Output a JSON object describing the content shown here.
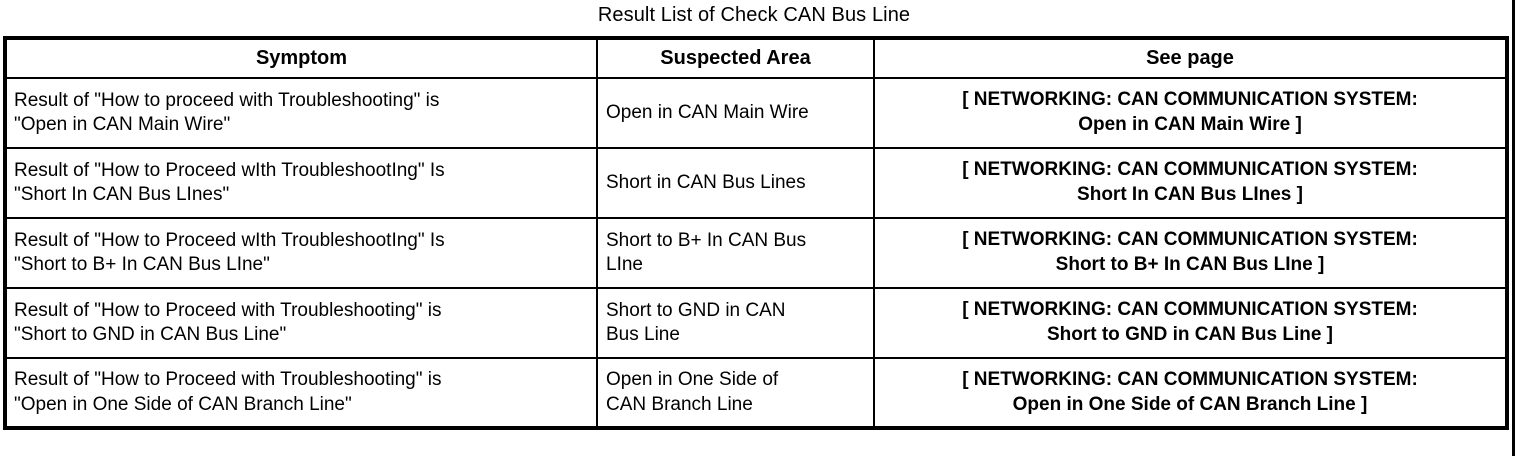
{
  "document": {
    "title": "Result List of Check CAN Bus Line"
  },
  "table": {
    "headers": {
      "symptom": "Symptom",
      "suspected_area": "Suspected Area",
      "see_page": "See page"
    },
    "rows": [
      {
        "symptom_line1": "Result of \"How to proceed with Troubleshooting\" is",
        "symptom_line2": "\"Open in CAN Main Wire\"",
        "suspected_area_line1": "Open in CAN Main Wire",
        "suspected_area_line2": "",
        "see_page_line1": "[ NETWORKING: CAN COMMUNICATION SYSTEM:",
        "see_page_line2": "Open in CAN Main Wire ]"
      },
      {
        "symptom_line1": "Result of \"How to Proceed wIth TroubleshootIng\" Is",
        "symptom_line2": "\"Short In CAN Bus LInes\"",
        "suspected_area_line1": "Short in CAN Bus Lines",
        "suspected_area_line2": "",
        "see_page_line1": "[ NETWORKING: CAN COMMUNICATION SYSTEM:",
        "see_page_line2": "Short In CAN Bus LInes ]"
      },
      {
        "symptom_line1": "Result of \"How to Proceed wIth TroubleshootIng\" Is",
        "symptom_line2": "\"Short to B+ In CAN Bus LIne\"",
        "suspected_area_line1": "Short to B+ In CAN Bus",
        "suspected_area_line2": "LIne",
        "see_page_line1": "[ NETWORKING: CAN COMMUNICATION SYSTEM:",
        "see_page_line2": "Short to B+ In CAN Bus LIne ]"
      },
      {
        "symptom_line1": "Result of \"How to Proceed with Troubleshooting\" is",
        "symptom_line2": "\"Short to GND in CAN Bus Line\"",
        "suspected_area_line1": "Short to GND in CAN",
        "suspected_area_line2": "Bus Line",
        "see_page_line1": "[ NETWORKING: CAN COMMUNICATION SYSTEM:",
        "see_page_line2": "Short to GND in CAN Bus Line ]"
      },
      {
        "symptom_line1": "Result of \"How to Proceed with Troubleshooting\" is",
        "symptom_line2": "\"Open in One Side of CAN Branch Line\"",
        "suspected_area_line1": "Open in One Side of",
        "suspected_area_line2": "CAN Branch Line",
        "see_page_line1": "[ NETWORKING: CAN COMMUNICATION SYSTEM:",
        "see_page_line2": "Open in One Side of CAN Branch Line ]"
      }
    ]
  },
  "colors": {
    "ink": "#000000",
    "paper": "#ffffff"
  }
}
